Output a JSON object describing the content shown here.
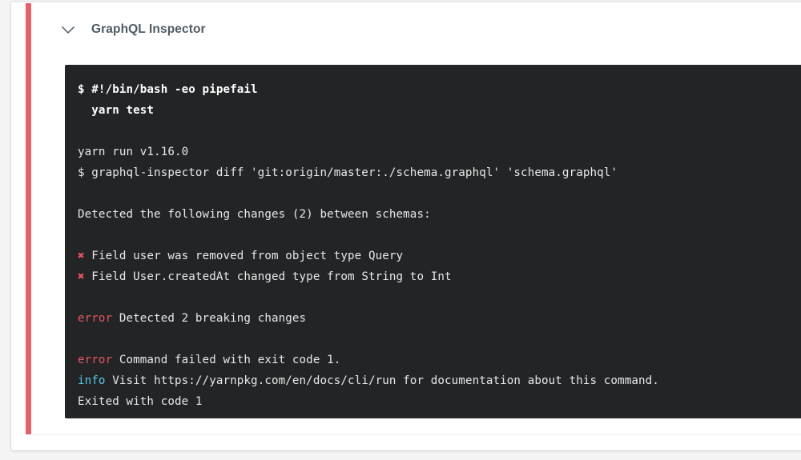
{
  "job": {
    "title": "GraphQL Inspector",
    "collapse_icon": "chevron-down-icon",
    "status_color": "#e5616a"
  },
  "terminal": {
    "background_color": "#222426",
    "text_color": "#e8e8e8",
    "error_color": "#e8565f",
    "info_color": "#56c8de",
    "lines": [
      {
        "id": "l01",
        "style": "cmd",
        "text": "$ #!/bin/bash -eo pipefail"
      },
      {
        "id": "l02",
        "style": "cmd",
        "text": "  yarn test"
      },
      {
        "id": "l03",
        "style": "blank",
        "text": " "
      },
      {
        "id": "l04",
        "style": "plain",
        "text": "yarn run v1.16.0"
      },
      {
        "id": "l05",
        "style": "plain",
        "text": "$ graphql-inspector diff 'git:origin/master:./schema.graphql' 'schema.graphql'"
      },
      {
        "id": "l06",
        "style": "blank",
        "text": " "
      },
      {
        "id": "l07",
        "style": "plain",
        "text": "Detected the following changes (2) between schemas:"
      },
      {
        "id": "l08",
        "style": "blank",
        "text": " "
      },
      {
        "id": "l09",
        "style": "fail",
        "marker": "✖",
        "text": " Field user was removed from object type Query"
      },
      {
        "id": "l10",
        "style": "fail",
        "marker": "✖",
        "text": " Field User.createdAt changed type from String to Int"
      },
      {
        "id": "l11",
        "style": "blank",
        "text": " "
      },
      {
        "id": "l12",
        "style": "tagged",
        "tag": "error",
        "tag_kind": "error",
        "text": " Detected 2 breaking changes"
      },
      {
        "id": "l13",
        "style": "blank",
        "text": " "
      },
      {
        "id": "l14",
        "style": "tagged",
        "tag": "error",
        "tag_kind": "error",
        "text": " Command failed with exit code 1."
      },
      {
        "id": "l15",
        "style": "tagged",
        "tag": "info",
        "tag_kind": "info",
        "text": " Visit https://yarnpkg.com/en/docs/cli/run for documentation about this command."
      },
      {
        "id": "l16",
        "style": "plain",
        "text": "Exited with code 1"
      }
    ]
  }
}
